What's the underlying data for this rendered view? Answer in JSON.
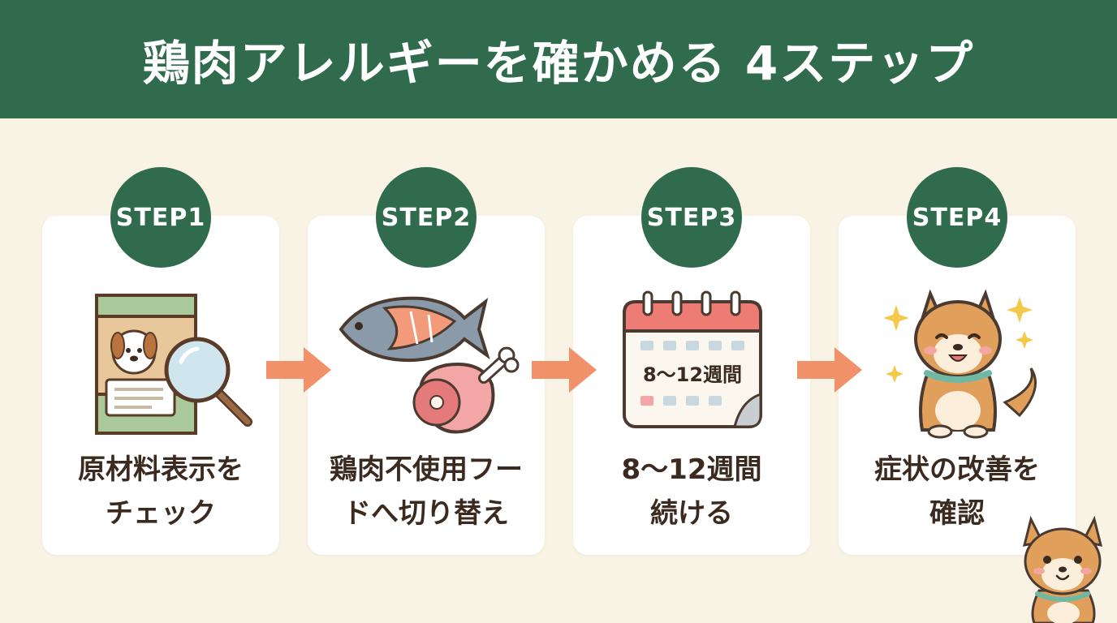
{
  "title": "鶏肉アレルギーを確かめる 4ステップ",
  "colors": {
    "header": "#2f6b4c",
    "background": "#f8f3e4",
    "arrow": "#f0916a",
    "card": "#ffffff"
  },
  "steps": [
    {
      "badge": "STEP1",
      "lines": [
        "原材料表示を",
        "チェック"
      ],
      "icon": "food-bag-magnifier-icon"
    },
    {
      "badge": "STEP2",
      "lines": [
        "鶏肉不使用フー",
        "ドへ切り替え"
      ],
      "icon": "fish-and-meat-icon"
    },
    {
      "badge": "STEP3",
      "lines": [
        "8〜12週間",
        "続ける"
      ],
      "icon": "calendar-icon",
      "calendar_text": "8〜12週間"
    },
    {
      "badge": "STEP4",
      "lines": [
        "症状の改善を",
        "確認"
      ],
      "icon": "happy-shiba-dog-icon"
    }
  ]
}
